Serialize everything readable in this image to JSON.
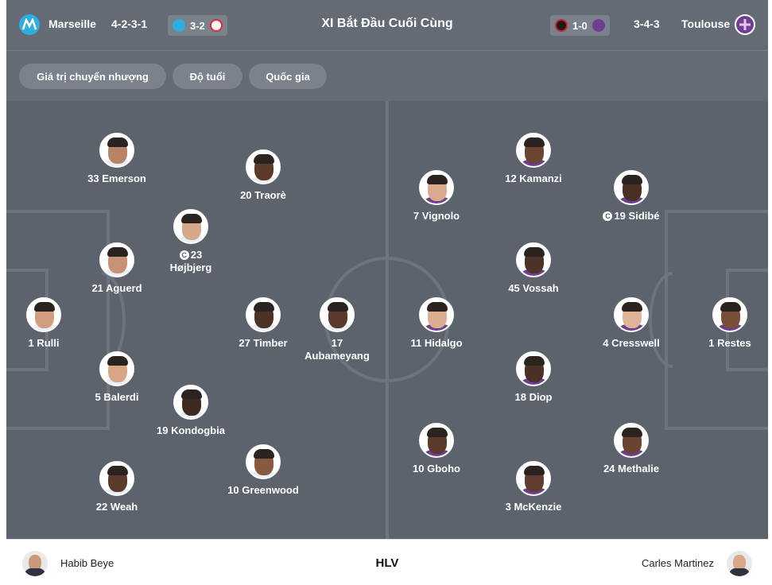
{
  "header": {
    "title": "XI Bắt Đầu Cuối Cùng",
    "home": {
      "name": "Marseille",
      "formation": "4-2-3-1",
      "crest_color": "#2faee0",
      "last_result": "3-2",
      "last_opponent_color": "#e32a2a"
    },
    "away": {
      "name": "Toulouse",
      "formation": "3-4-3",
      "crest_color": "#6d3e91",
      "last_result": "1-0",
      "last_opponent_color": "#d3202a"
    }
  },
  "filters": [
    "Giá trị chuyển nhượng",
    "Độ tuổi",
    "Quốc gia"
  ],
  "home_players": [
    {
      "number": "33",
      "name": "Emerson",
      "skin": "#b98466"
    },
    {
      "number": "20",
      "name": "Traorè",
      "skin": "#5b3a2a"
    },
    {
      "number": "23",
      "name": "Højbjerg",
      "skin": "#d6a88a",
      "captain": true
    },
    {
      "number": "21",
      "name": "Aguerd",
      "skin": "#c89374"
    },
    {
      "number": "1",
      "name": "Rulli",
      "skin": "#cf9f80"
    },
    {
      "number": "27",
      "name": "Timber",
      "skin": "#4e3226"
    },
    {
      "number": "17",
      "name": "Aubameyang",
      "skin": "#5a3b2b"
    },
    {
      "number": "5",
      "name": "Balerdi",
      "skin": "#d7a687"
    },
    {
      "number": "19",
      "name": "Kondogbia",
      "skin": "#3f2a22"
    },
    {
      "number": "10",
      "name": "Greenwood",
      "skin": "#8a5a40"
    },
    {
      "number": "22",
      "name": "Weah",
      "skin": "#5b3b2c"
    }
  ],
  "away_players": [
    {
      "number": "12",
      "name": "Kamanzi",
      "skin": "#6a4530"
    },
    {
      "number": "7",
      "name": "Vignolo",
      "skin": "#d9ab8c"
    },
    {
      "number": "19",
      "name": "Sidibé",
      "skin": "#4a3024",
      "captain": true
    },
    {
      "number": "45",
      "name": "Vossah",
      "skin": "#4d3226"
    },
    {
      "number": "11",
      "name": "Hidalgo",
      "skin": "#dcae90"
    },
    {
      "number": "4",
      "name": "Cresswell",
      "skin": "#e0b496"
    },
    {
      "number": "1",
      "name": "Restes",
      "skin": "#7a4f38"
    },
    {
      "number": "18",
      "name": "Diop",
      "skin": "#4a3025"
    },
    {
      "number": "10",
      "name": "Gboho",
      "skin": "#5a3a2a"
    },
    {
      "number": "24",
      "name": "Methalie",
      "skin": "#6b4431"
    },
    {
      "number": "3",
      "name": "McKenzie",
      "skin": "#5e3d2d"
    }
  ],
  "footer": {
    "home_coach": "Habib Beye",
    "label": "HLV",
    "away_coach": "Carles Martinez"
  },
  "colors": {
    "pitch": "#5c636c",
    "header": "#646b74",
    "pitch_lines": "#6d747d"
  }
}
